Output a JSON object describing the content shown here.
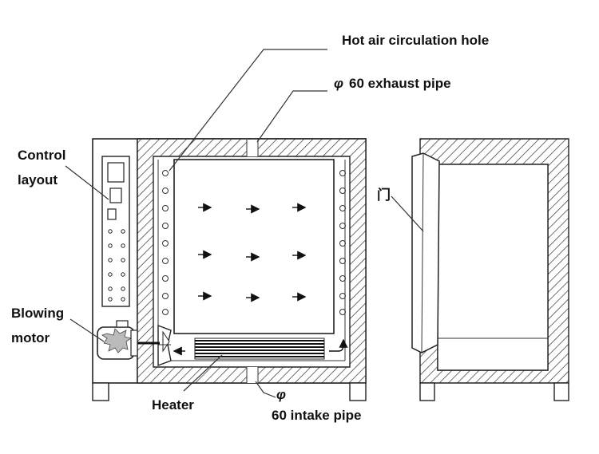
{
  "labels": {
    "hot_air_hole": "Hot air circulation hole",
    "exhaust_pipe": "60 exhaust pipe",
    "exhaust_symbol": "φ",
    "control_layout_line1": "Control",
    "control_layout_line2": "layout",
    "blowing_motor_line1": "Blowing",
    "blowing_motor_line2": "motor",
    "heater": "Heater",
    "intake_pipe": "60 intake pipe",
    "intake_symbol": "φ",
    "door": "门"
  },
  "colors": {
    "line": "#222222",
    "background": "#ffffff"
  }
}
